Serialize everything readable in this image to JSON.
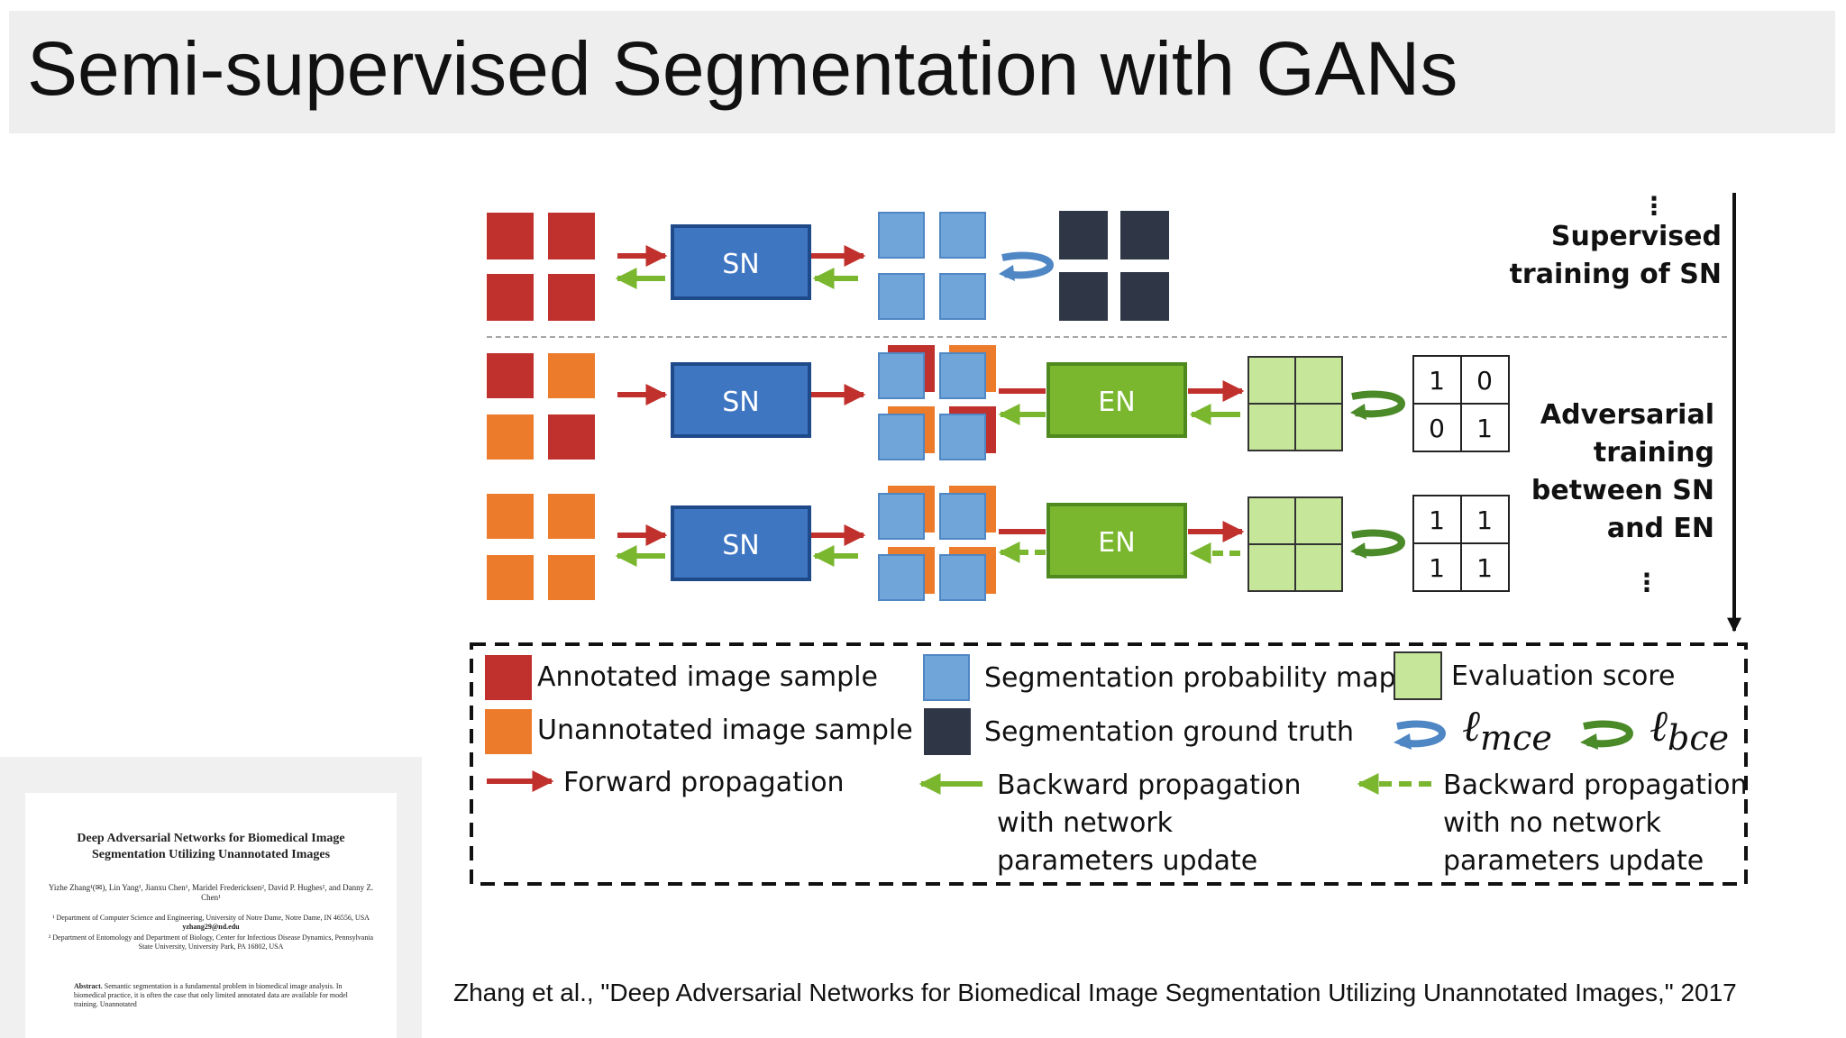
{
  "title": "Semi-supervised Segmentation with GANs",
  "colors": {
    "annotated": "#c0302c",
    "unannotated": "#ec7b2c",
    "probability": "#6fa5d8",
    "ground_truth": "#2f3645",
    "evaluation": "#c6e69a",
    "network_fill": "#3f76c2",
    "network_stroke": "#1f4a8a",
    "evaluator_fill": "#7ab72f",
    "evaluator_stroke": "#4f8a1f",
    "forward_arrow": "#c0302c",
    "backward_arrow": "#7ab72f",
    "mce_arrow": "#4f86c4",
    "bce_arrow": "#4a8a28"
  },
  "diagram": {
    "rows": [
      {
        "network": "SN"
      },
      {
        "network": "SN",
        "evaluator": "EN",
        "matrix": [
          "1",
          "0",
          "0",
          "1"
        ]
      },
      {
        "network": "SN",
        "evaluator": "EN",
        "matrix": [
          "1",
          "1",
          "1",
          "1"
        ]
      }
    ],
    "side_labels": {
      "supervised": [
        "Supervised",
        "training of SN"
      ],
      "adversarial": [
        "Adversarial",
        "training",
        "between SN",
        "and EN"
      ],
      "ellipsis": "⋮"
    }
  },
  "legend": {
    "annotated": "Annotated image sample",
    "unannotated": "Unannotated image sample",
    "probability": "Segmentation probability map",
    "ground_truth": "Segmentation ground truth",
    "evaluation": "Evaluation score",
    "mce": {
      "base": "ℓ",
      "sub": "mce"
    },
    "bce": {
      "base": "ℓ",
      "sub": "bce"
    },
    "forward": "Forward propagation",
    "backward_update": [
      "Backward propagation",
      "with network",
      "parameters update"
    ],
    "backward_no_update": [
      "Backward propagation",
      "with no network",
      "parameters update"
    ]
  },
  "citation": "Zhang et al., \"Deep Adversarial Networks for Biomedical Image Segmentation Utilizing Unannotated Images,\" 2017",
  "paper_thumbnail": {
    "title": "Deep Adversarial Networks for Biomedical Image Segmentation Utilizing Unannotated Images",
    "authors": "Yizhe Zhang¹(✉), Lin Yang¹, Jianxu Chen¹, Maridel Fredericksen², David P. Hughes², and Danny Z. Chen¹",
    "affiliation_1": "¹ Department of Computer Science and Engineering, University of Notre Dame, Notre Dame, IN 46556, USA",
    "email": "yzhang29@nd.edu",
    "affiliation_2": "² Department of Entomology and Department of Biology, Center for Infectious Disease Dynamics, Pennsylvania State University, University Park, PA 16802, USA",
    "abstract_label": "Abstract.",
    "abstract_text": "Semantic segmentation is a fundamental problem in biomedical image analysis. In biomedical practice, it is often the case that only limited annotated data are available for model training. Unannotated"
  }
}
